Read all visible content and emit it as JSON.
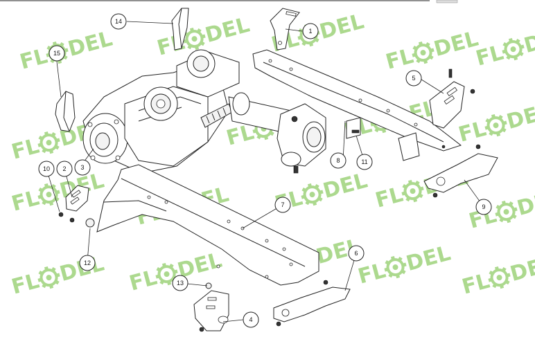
{
  "watermark": {
    "text_left": "FL",
    "text_right": "DEL",
    "color": "#9dd27a"
  },
  "callouts": [
    {
      "id": "c1",
      "label": "1"
    },
    {
      "id": "c2",
      "label": "2"
    },
    {
      "id": "c3",
      "label": "3"
    },
    {
      "id": "c4",
      "label": "4"
    },
    {
      "id": "c5",
      "label": "5"
    },
    {
      "id": "c6",
      "label": "6"
    },
    {
      "id": "c7",
      "label": "7"
    },
    {
      "id": "c8",
      "label": "8"
    },
    {
      "id": "c9",
      "label": "9"
    },
    {
      "id": "c10",
      "label": "10"
    },
    {
      "id": "c11",
      "label": "11"
    },
    {
      "id": "c12",
      "label": "12"
    },
    {
      "id": "c13",
      "label": "13"
    },
    {
      "id": "c14",
      "label": "14"
    },
    {
      "id": "c15",
      "label": "15"
    }
  ]
}
